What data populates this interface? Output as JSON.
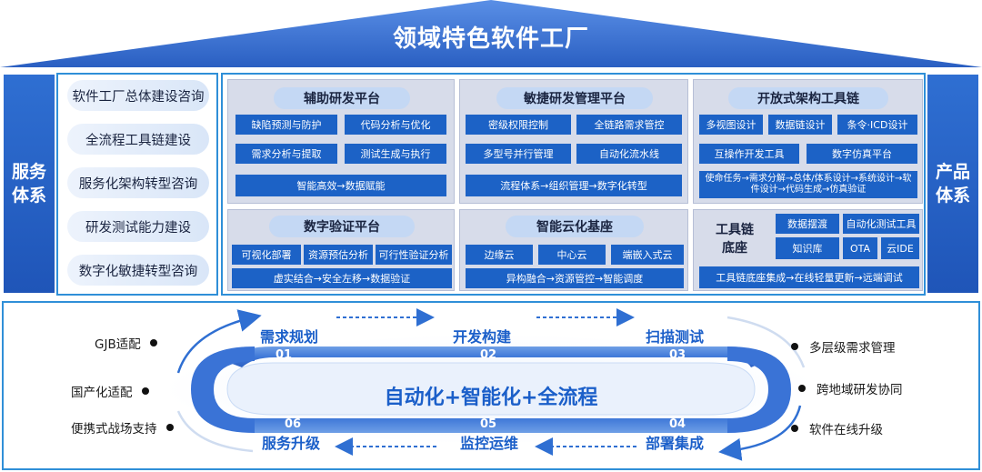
{
  "title": "领域特色软件工厂",
  "service_system": {
    "label": "服务\n体系",
    "items": [
      "软件工厂总体建设咨询",
      "全流程工具链建设",
      "服务化架构转型咨询",
      "研发测试能力建设",
      "数字化敏捷转型咨询"
    ]
  },
  "product_system": {
    "label": "产品\n体系"
  },
  "platforms": {
    "assist": {
      "title": "辅助研发平台",
      "chips": [
        "缺陷预测与防护",
        "代码分析与优化",
        "需求分析与提取",
        "测试生成与执行"
      ],
      "bar": "智能高效→数据赋能"
    },
    "agile": {
      "title": "敏捷研发管理平台",
      "chips": [
        "密级权限控制",
        "全链路需求管控",
        "多型号并行管理",
        "自动化流水线"
      ],
      "bar": "流程体系→组织管理→数字化转型"
    },
    "open_arch": {
      "title": "开放式架构工具链",
      "chips": [
        "多视图设计",
        "数据链设计",
        "条令·ICD设计",
        "互操作开发工具",
        "数字仿真平台"
      ],
      "bar": "使命任务→需求分解→总体/体系设计→系统设计→软件设计→代码生成→仿真验证"
    },
    "digital_verify": {
      "title": "数字验证平台",
      "chips": [
        "可视化部署",
        "资源预估分析",
        "可行性验证分析"
      ],
      "bar": "虚实结合→安全左移→数据验证"
    },
    "cloud": {
      "title": "智能云化基座",
      "chips": [
        "边缘云",
        "中心云",
        "端嵌入式云"
      ],
      "bar": "异构融合→资源管控→智能调度"
    },
    "toolchain_base": {
      "title": "工具链\n底座",
      "chips": [
        "数据摆渡",
        "自动化测试工具",
        "知识库",
        "OTA",
        "云IDE"
      ],
      "bar": "工具链底座集成→在线轻量更新→远端调试"
    }
  },
  "loop": {
    "center": "自动化+智能化+全流程",
    "stages": [
      {
        "num": "01",
        "label": "需求规划"
      },
      {
        "num": "02",
        "label": "开发构建"
      },
      {
        "num": "03",
        "label": "扫描测试"
      },
      {
        "num": "04",
        "label": "部署集成"
      },
      {
        "num": "05",
        "label": "监控运维"
      },
      {
        "num": "06",
        "label": "服务升级"
      }
    ],
    "left_features": [
      "GJB适配",
      "国产化适配",
      "便携式战场支持"
    ],
    "right_features": [
      "多层级需求管理",
      "跨地域研发协同",
      "软件在线升级"
    ]
  },
  "colors": {
    "primary": "#1c62c6",
    "roof": "#3a73d6",
    "frame": "#2f8fd8",
    "panel": "#d7dcea"
  }
}
